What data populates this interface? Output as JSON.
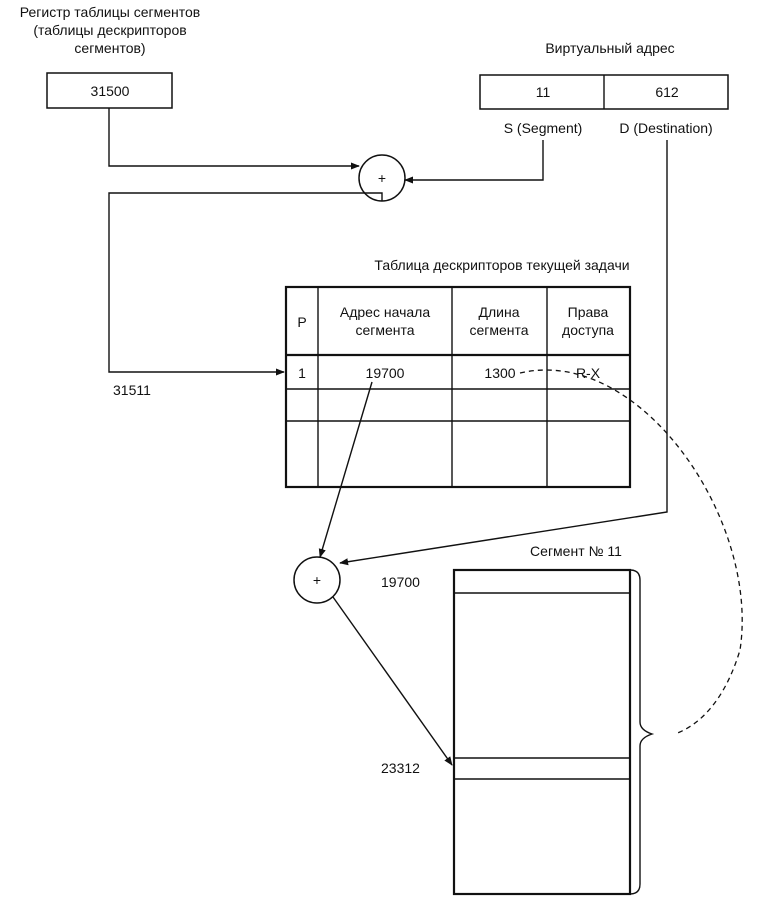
{
  "segment_table_register": {
    "label_line1": "Регистр таблицы сегментов",
    "label_line2": "(таблицы дескрипторов",
    "label_line3": "сегментов)",
    "value": "31500"
  },
  "virtual_address": {
    "title": "Виртуальный адрес",
    "segment_value": "11",
    "offset_value": "612",
    "segment_label": "S (Segment)",
    "offset_label": "D (Destination)"
  },
  "adder_top": {
    "symbol": "+"
  },
  "adder_bottom": {
    "symbol": "+"
  },
  "descriptor_address": "31511",
  "descriptor_table": {
    "title": "Таблица дескрипторов текущей задачи",
    "headers": {
      "p": "P",
      "base_line1": "Адрес начала",
      "base_line2": "сегмента",
      "length_line1": "Длина",
      "length_line2": "сегмента",
      "rights_line1": "Права",
      "rights_line2": "доступа"
    },
    "row": {
      "p": "1",
      "base": "19700",
      "length": "1300",
      "rights": "R-X"
    }
  },
  "segment": {
    "title": "Сегмент № 11",
    "start_address": "19700",
    "physical_address": "23312"
  }
}
